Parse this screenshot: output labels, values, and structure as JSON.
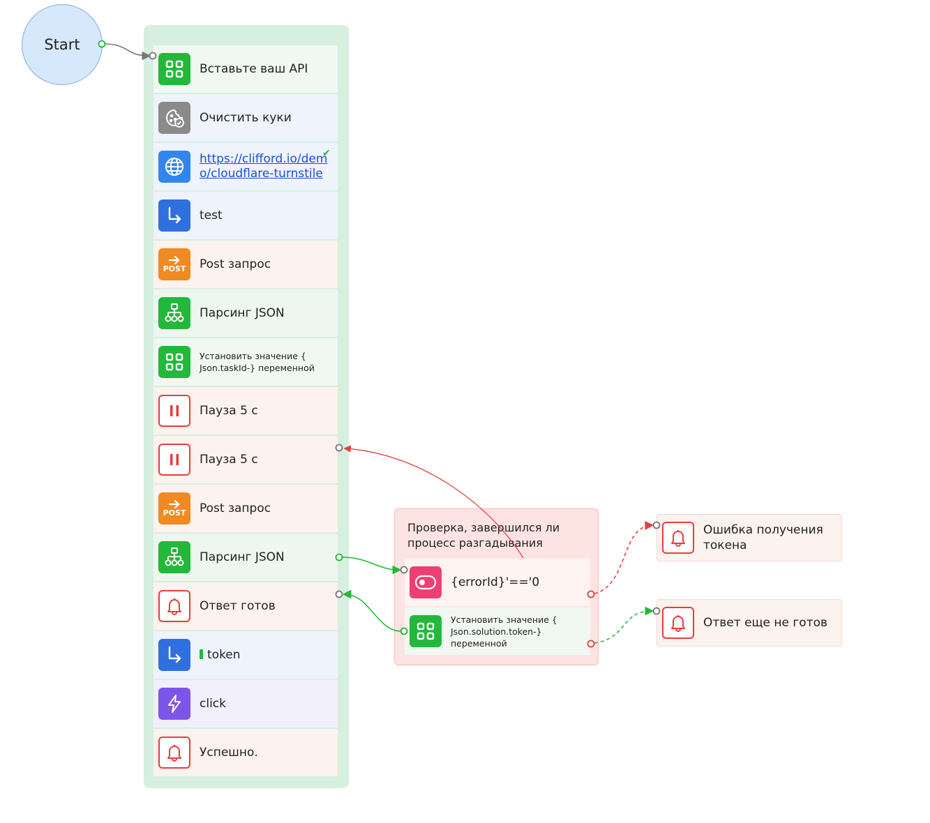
{
  "start": {
    "label": "Start"
  },
  "steps": [
    {
      "label": "Вставьте ваш API",
      "icon": "grid-icon"
    },
    {
      "label": "Очистить куки",
      "icon": "cookie-icon"
    },
    {
      "label_line1": "https://clifford.io/dem",
      "label_line2": "o/cloudflare-turnstile",
      "icon": "globe-icon"
    },
    {
      "label": "test",
      "icon": "arrow-turn-icon"
    },
    {
      "label": "Post запрос",
      "icon": "post-icon",
      "badge": "POST"
    },
    {
      "label": "Парсинг JSON",
      "icon": "tree-icon"
    },
    {
      "label_line1": "Установить значение {",
      "label_line2": "Json.taskId-} переменной",
      "icon": "grid-icon"
    },
    {
      "label": "Пауза 5 с",
      "icon": "pause-icon"
    },
    {
      "label": "Пауза 5 с",
      "icon": "pause-icon"
    },
    {
      "label": "Post запрос",
      "icon": "post-icon",
      "badge": "POST"
    },
    {
      "label": "Парсинг JSON",
      "icon": "tree-icon"
    },
    {
      "label": "Ответ готов",
      "icon": "bell-icon"
    },
    {
      "label": "token",
      "icon": "arrow-turn-icon"
    },
    {
      "label": "click",
      "icon": "lightning-icon"
    },
    {
      "label": "Успешно.",
      "icon": "bell-icon"
    }
  ],
  "check_group": {
    "title_line1": "Проверка, завершился ли",
    "title_line2": "процесс разгадывания",
    "condition": {
      "label": "{errorId}'=='0",
      "icon": "toggle-icon"
    },
    "set_value": {
      "line1": "Установить значение {",
      "line2": "Json.solution.token-}",
      "line3": "переменной",
      "icon": "grid-icon"
    }
  },
  "side_nodes": [
    {
      "line1": "Ошибка получения",
      "line2": "токена",
      "icon": "bell-icon"
    },
    {
      "label": "Ответ еще не готов",
      "icon": "bell-icon"
    }
  ],
  "colors": {
    "group_green": "#d6efdf",
    "group_red": "#fde4e3",
    "wire_gray": "#777777",
    "wire_green": "#22b83a",
    "wire_red": "#e63d3d"
  }
}
